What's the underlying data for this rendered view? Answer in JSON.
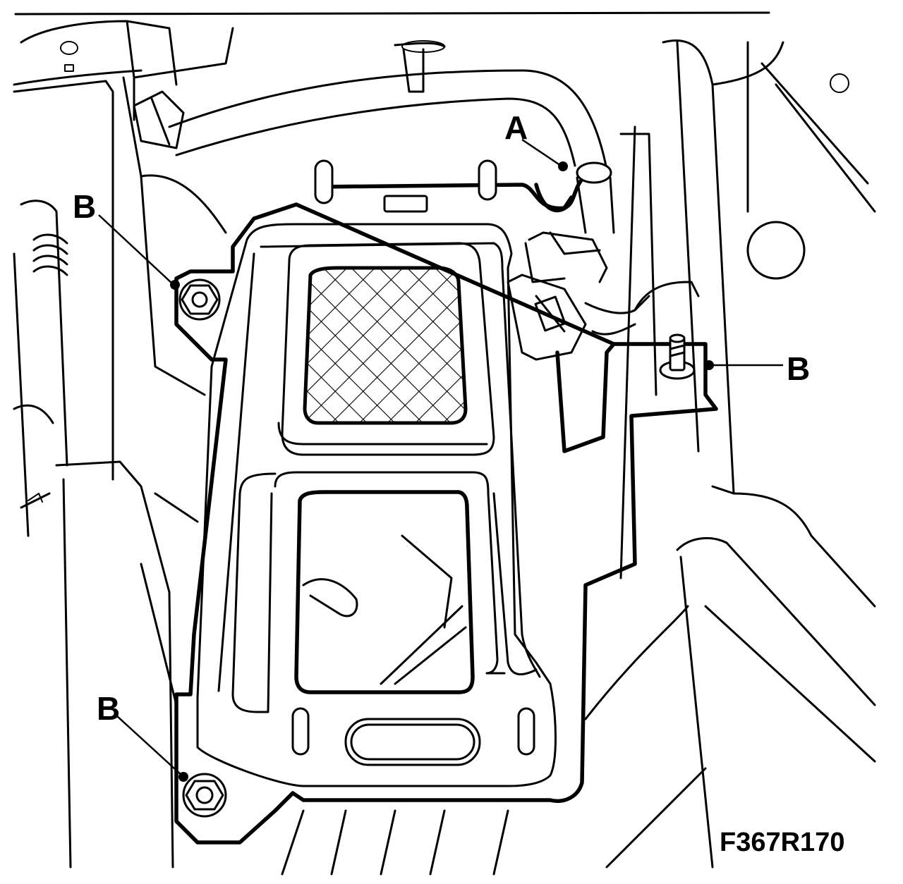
{
  "callouts": {
    "a": "A",
    "b_left_upper": "B",
    "b_right": "B",
    "b_left_lower": "B"
  },
  "figure_code": "F367R170",
  "colors": {
    "line": "#000000",
    "background": "#ffffff"
  }
}
